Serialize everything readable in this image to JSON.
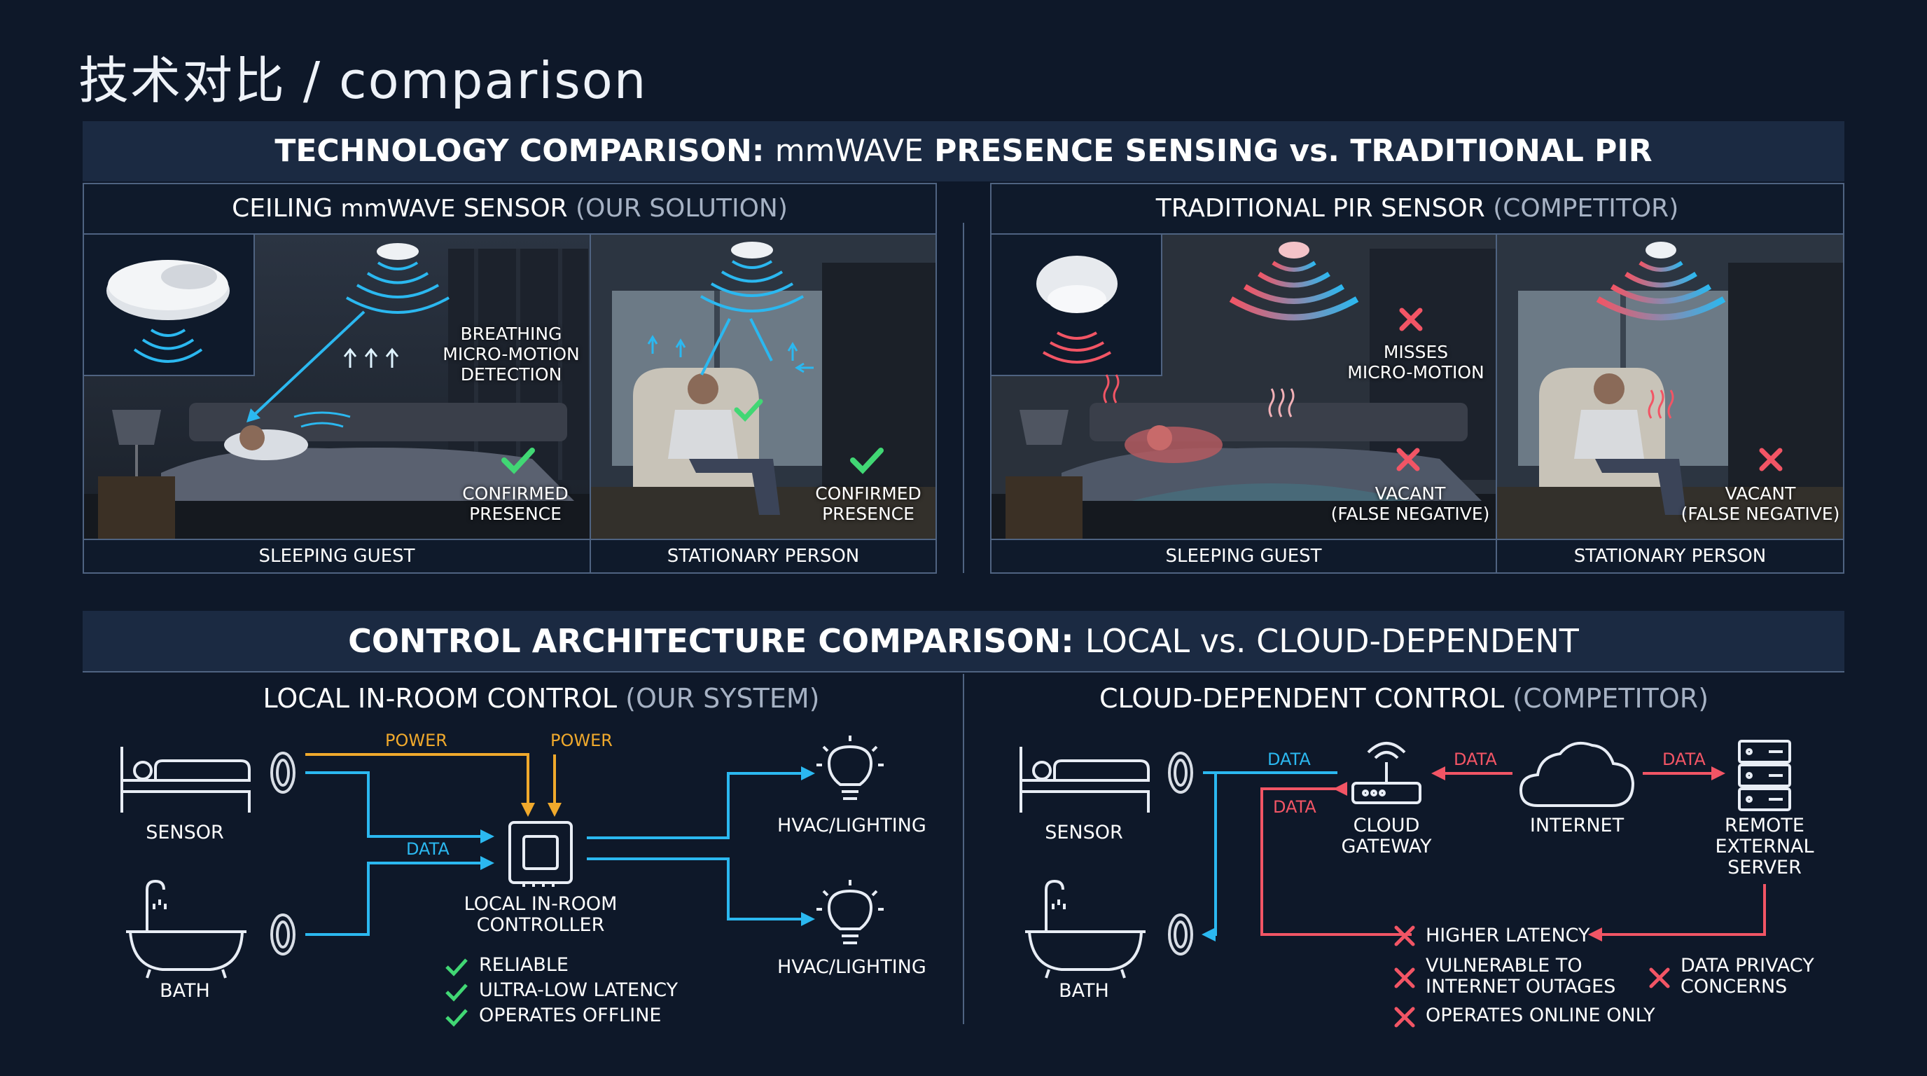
{
  "page_title": "技术对比 / comparison",
  "tech": {
    "title_a": "TECHNOLOGY COMPARISON: ",
    "title_b": "mmWAVE",
    "title_c": " PRESENCE SENSING vs. TRADITIONAL PIR",
    "mmwave": {
      "header_a": "CEILING ",
      "header_b": "mmWAVE",
      "header_c": " SENSOR ",
      "header_sub": "(OUR SOLUTION)",
      "sleeping": {
        "caption": "SLEEPING GUEST",
        "note1": "BREATHING",
        "note2": "MICRO-MOTION",
        "note3": "DETECTION",
        "status1": "CONFIRMED",
        "status2": "PRESENCE"
      },
      "stationary": {
        "caption": "STATIONARY PERSON",
        "status1": "CONFIRMED",
        "status2": "PRESENCE"
      }
    },
    "pir": {
      "header_a": "TRADITIONAL PIR SENSOR ",
      "header_sub": "(COMPETITOR)",
      "sleeping": {
        "caption": "SLEEPING GUEST",
        "note1": "MISSES",
        "note2": "MICRO-MOTION",
        "status1": "VACANT",
        "status2": "(FALSE NEGATIVE)"
      },
      "stationary": {
        "caption": "STATIONARY PERSON",
        "status1": "VACANT",
        "status2": "(FALSE NEGATIVE)"
      }
    }
  },
  "arch": {
    "title_a": "CONTROL ARCHITECTURE COMPARISON: ",
    "title_b": "LOCAL vs. CLOUD-DEPENDENT",
    "local": {
      "header_a": "LOCAL IN-ROOM CONTROL ",
      "header_sub": "(OUR SYSTEM)",
      "sensor_label": "SENSOR",
      "bath_label": "BATH",
      "power1": "POWER",
      "power2": "POWER",
      "data": "DATA",
      "controller1": "LOCAL IN-ROOM",
      "controller2": "CONTROLLER",
      "hvac1": "HVAC/LIGHTING",
      "hvac2": "HVAC/LIGHTING",
      "benefits": [
        "RELIABLE",
        "ULTRA-LOW LATENCY",
        "OPERATES OFFLINE"
      ]
    },
    "cloud": {
      "header_a": "CLOUD-DEPENDENT CONTROL ",
      "header_sub": "(COMPETITOR)",
      "sensor_label": "SENSOR",
      "bath_label": "BATH",
      "data_blue": "DATA",
      "data_red1": "DATA",
      "data_red2": "DATA",
      "data_red3": "DATA",
      "gateway1": "CLOUD",
      "gateway2": "GATEWAY",
      "internet": "INTERNET",
      "server1": "REMOTE",
      "server2": "EXTERNAL",
      "server3": "SERVER",
      "drawback_latency": "HIGHER LATENCY",
      "drawback_outage1": "VULNERABLE TO",
      "drawback_outage2": "INTERNET OUTAGES",
      "drawback_online": "OPERATES ONLINE ONLY",
      "drawback_privacy1": "DATA PRIVACY",
      "drawback_privacy2": "CONCERNS"
    }
  },
  "colors": {
    "background": "#0e1829",
    "band": "#1b2a42",
    "blue": "#2bb8f0",
    "red": "#f25565",
    "green": "#41d774",
    "power": "#f0a92c"
  }
}
